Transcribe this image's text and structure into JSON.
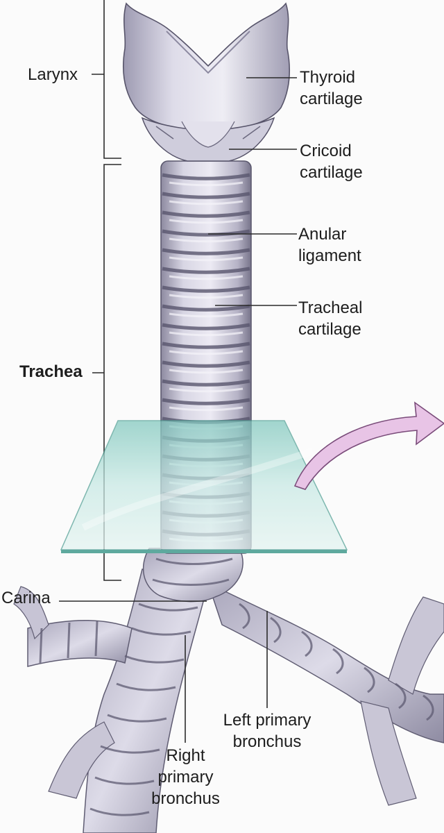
{
  "labels": {
    "larynx": "Larynx",
    "trachea": "Trachea",
    "carina": "Carina",
    "thyroid_1": "Thyroid",
    "thyroid_2": "cartilage",
    "cricoid_1": "Cricoid",
    "cricoid_2": "cartilage",
    "anular_1": "Anular",
    "anular_2": "ligament",
    "tracheal_1": "Tracheal",
    "tracheal_2": "cartilage",
    "left_1": "Left primary",
    "left_2": "bronchus",
    "right_1": "Right",
    "right_2": "primary",
    "right_3": "bronchus"
  },
  "colors": {
    "tissue": "#c9c6d6",
    "tissue_dark": "#6e6b80",
    "plane": "#8fcdc4",
    "arrow": "#e6bfe3"
  }
}
